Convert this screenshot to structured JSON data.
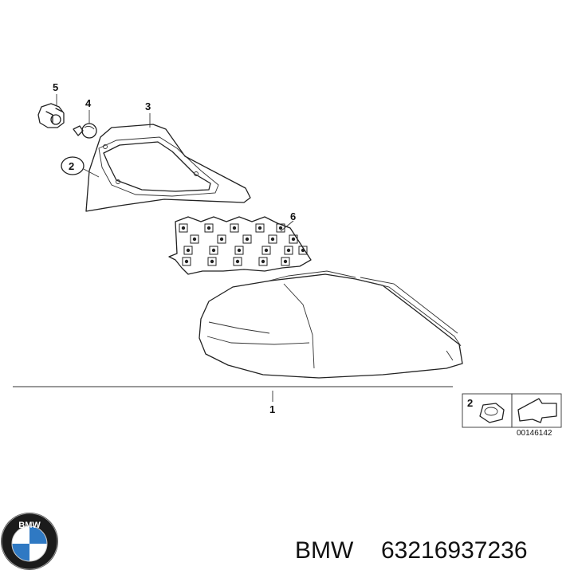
{
  "callouts": {
    "c1": "1",
    "c2": "2",
    "c3": "3",
    "c4": "4",
    "c5": "5",
    "c6": "6",
    "inset": "2"
  },
  "doc_number": "00146142",
  "brand": {
    "logo_text": "BMW",
    "name": "BMW",
    "part_number": "63216937236"
  },
  "icons": {
    "logo": "bmw-roundel-logo",
    "arrow": "arrow-icon"
  },
  "colors": {
    "logo_blue": "#2f79c3",
    "logo_dark": "#1b1b1b",
    "line": "#222222"
  }
}
